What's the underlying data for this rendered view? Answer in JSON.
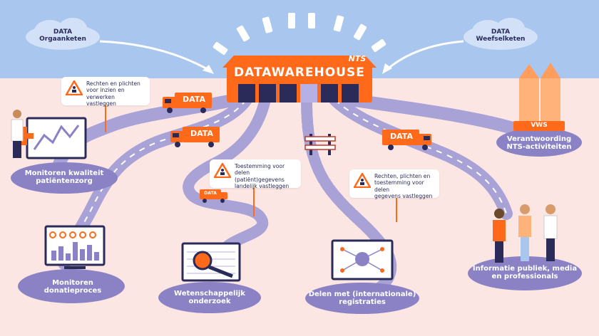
{
  "warehouse": {
    "title": "DATAWAREHOUSE",
    "logo": "NTS"
  },
  "clouds": {
    "left": {
      "line1": "DATA",
      "line2": "Orgaanketen"
    },
    "right": {
      "line1": "DATA",
      "line2": "Weefselketen"
    }
  },
  "trucks": [
    "DATA",
    "DATA",
    "DATA",
    "DATA"
  ],
  "notes": [
    {
      "l1": "Rechten en plichten",
      "l2": "voor inzien en",
      "l3": "verwerken vastleggen"
    },
    {
      "l1": "Toestemming voor",
      "l2": "delen (patiënt)gegevens",
      "l3": "landelijk vastleggen"
    },
    {
      "l1": "Rechten, plichten en",
      "l2": "toestemming voor delen",
      "l3": "gegevens vastleggen"
    }
  ],
  "destinations": [
    {
      "l1": "Monitoren kwaliteit",
      "l2": "patiëntenzorg"
    },
    {
      "l1": "Monitoren",
      "l2": "donatieproces"
    },
    {
      "l1": "Wetenschappelijk",
      "l2": "onderzoek"
    },
    {
      "l1": "Delen met (internationale)",
      "l2": "registraties"
    },
    {
      "l1": "Informatie publiek, media",
      "l2": "en professionals"
    },
    {
      "l1": "Verantwoording",
      "l2": "NTS-activiteiten"
    }
  ],
  "building_sign": "VWS",
  "colors": {
    "sky": "#a9c6ef",
    "ground": "#fbe6e3",
    "road": "#a9a2d6",
    "orange": "#ff6a1a",
    "navy": "#2b2b5a",
    "oval": "#8a82c4"
  }
}
